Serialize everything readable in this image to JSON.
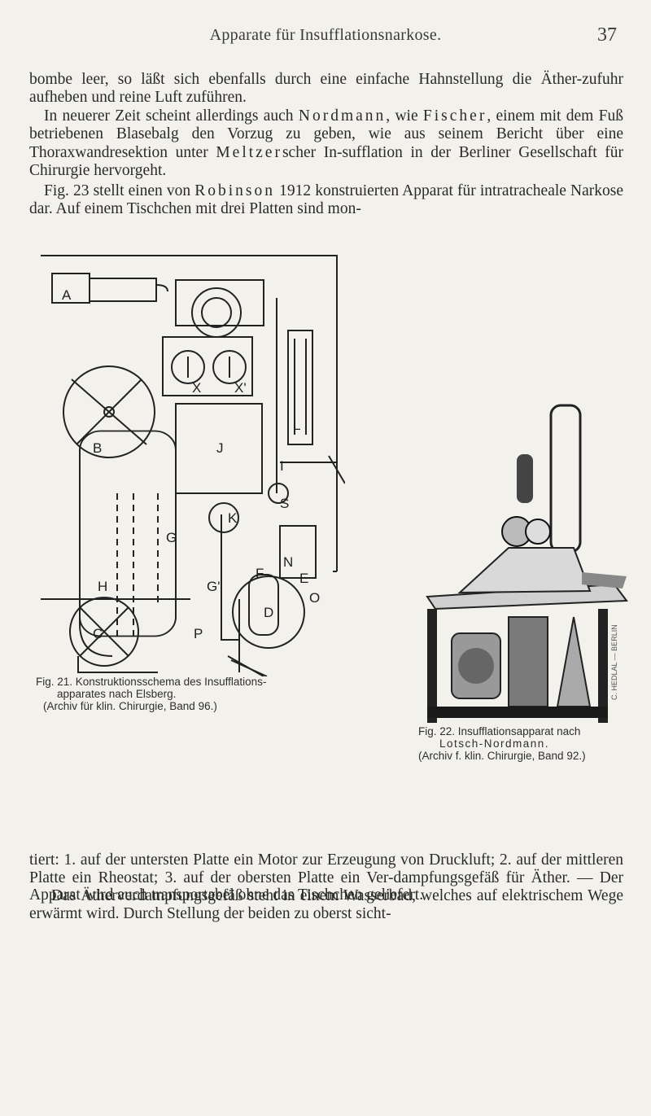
{
  "header": {
    "running_title": "Apparate für Insufflationsnarkose.",
    "page_number": "37"
  },
  "paragraphs": {
    "p1": "bombe leer, so läßt sich ebenfalls durch eine einfache Hahnstellung die Äther-zufuhr aufheben und reine Luft zuführen.",
    "p2_a": "In neuerer Zeit scheint allerdings auch ",
    "p2_n1": "Nordmann",
    "p2_b": ", wie ",
    "p2_n2": "Fischer",
    "p2_c": ", einem mit dem Fuß betriebenen Blasebalg den Vorzug zu geben, wie aus seinem Bericht über eine Thoraxwandresektion unter ",
    "p2_n3": "Meltzer",
    "p2_d": "scher In-sufflation in der Berliner Gesellschaft für Chirurgie hervorgeht.",
    "p3_a": "Fig. 23 stellt einen von ",
    "p3_n1": "Robinson",
    "p3_b": " 1912 konstruierten Apparat für intratracheale Narkose dar. Auf einem Tischchen mit drei Platten sind mon-",
    "p4": "tiert: 1. auf der untersten Platte ein Motor zur Erzeugung von Druckluft; 2. auf der mittleren Platte ein Rheostat; 3. auf der obersten Platte ein Ver-dampfungsgefäß für Äther. — Der Apparat wird auch transportabel ohne das Tischchen geliefert.",
    "p5": "Das Ätherverdampfungsgefäß steht in einem Wasserbad, welches auf elektrischem Wege erwärmt wird. Durch Stellung der beiden zu oberst sicht-"
  },
  "fig21": {
    "labels": {
      "A": "A",
      "B": "B",
      "C": "C",
      "D": "D",
      "E": "E",
      "F": "F",
      "G": "G",
      "G2": "G'",
      "H": "H",
      "I": "I",
      "J": "J",
      "K": "K",
      "L": "L",
      "N": "N",
      "O": "O",
      "P": "P",
      "S": "S",
      "X": "X",
      "X2": "X'"
    },
    "caption": {
      "line1": "Fig. 21. Konstruktionsschema des Insufflations-",
      "line2": "apparates nach Elsberg.",
      "line3": "(Archiv für klin. Chirurgie, Band 96.)"
    }
  },
  "fig22": {
    "stamp": "C. HEDLAL — BERLIN",
    "caption": {
      "line1": "Fig. 22. Insufflationsapparat nach",
      "line2": "Lotsch-Nordmann.",
      "line3": "(Archiv f. klin. Chirurgie, Band 92.)"
    }
  },
  "colors": {
    "paper": "#f3f1ec",
    "ink": "#2a2a2a"
  }
}
